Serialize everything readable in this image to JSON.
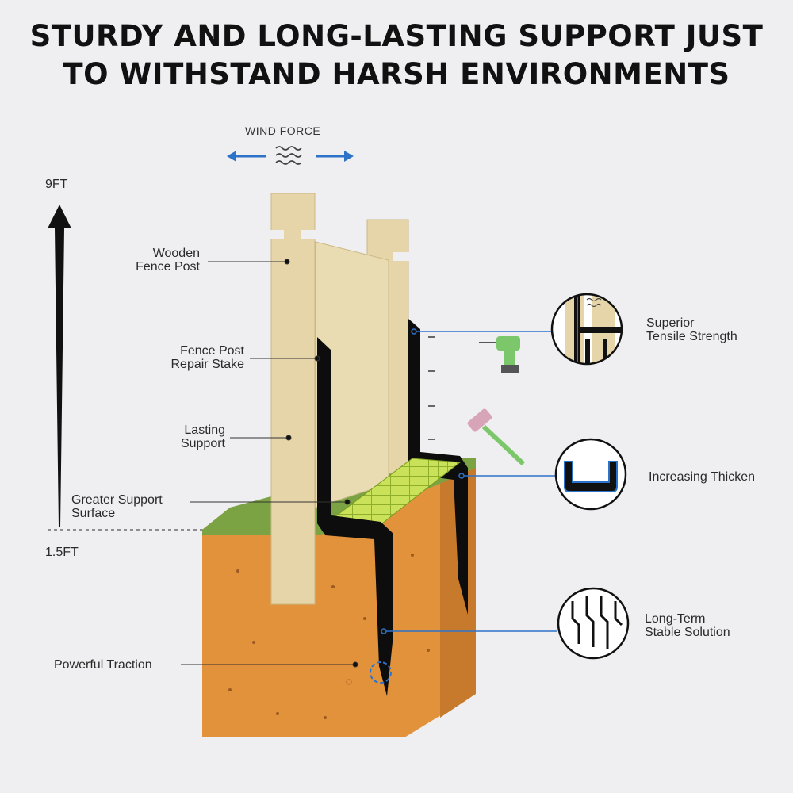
{
  "title": {
    "line1": "STURDY AND LONG-LASTING SUPPORT JUST",
    "line2": "TO WITHSTAND HARSH ENVIRONMENTS"
  },
  "wind_label": "WIND FORCE",
  "height_scale": {
    "top": "9FT",
    "bottom": "1.5FT"
  },
  "left_labels": [
    {
      "line1": "Wooden",
      "line2": "Fence Post"
    },
    {
      "line1": "Fence Post",
      "line2": "Repair Stake"
    },
    {
      "line1": "Lasting",
      "line2": "Support"
    },
    {
      "line1": "Greater Support",
      "line2": "Surface"
    },
    {
      "line1": "Powerful Traction",
      "line2": ""
    }
  ],
  "right_labels": [
    {
      "line1": "Superior",
      "line2": "Tensile Strength"
    },
    {
      "line1": "Increasing Thicken",
      "line2": ""
    },
    {
      "line1": "Long-Term",
      "line2": "Stable Solution"
    }
  ],
  "colors": {
    "background": "#efeff1",
    "wood": "#e5d5a8",
    "stake": "#0d0d0d",
    "soil": "#e3923c",
    "grass": "#7ba344",
    "grate": "#c9e25a",
    "accent_blue": "#2d72c9"
  },
  "icons": [
    "wind-waves-icon",
    "drill-icon",
    "hammer-icon",
    "height-arrow-icon"
  ]
}
